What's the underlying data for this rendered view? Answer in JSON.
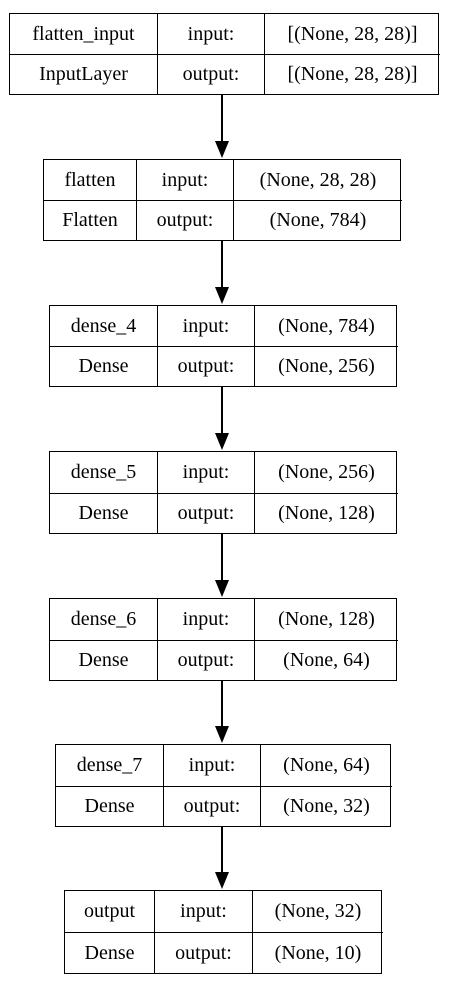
{
  "layers": [
    {
      "name": "flatten_input",
      "type": "InputLayer",
      "input_label": "input:",
      "output_label": "output:",
      "input_shape": "[(None, 28, 28)]",
      "output_shape": "[(None, 28, 28)]"
    },
    {
      "name": "flatten",
      "type": "Flatten",
      "input_label": "input:",
      "output_label": "output:",
      "input_shape": "(None, 28, 28)",
      "output_shape": "(None, 784)"
    },
    {
      "name": "dense_4",
      "type": "Dense",
      "input_label": "input:",
      "output_label": "output:",
      "input_shape": "(None, 784)",
      "output_shape": "(None, 256)"
    },
    {
      "name": "dense_5",
      "type": "Dense",
      "input_label": "input:",
      "output_label": "output:",
      "input_shape": "(None, 256)",
      "output_shape": "(None, 128)"
    },
    {
      "name": "dense_6",
      "type": "Dense",
      "input_label": "input:",
      "output_label": "output:",
      "input_shape": "(None, 128)",
      "output_shape": "(None, 64)"
    },
    {
      "name": "dense_7",
      "type": "Dense",
      "input_label": "input:",
      "output_label": "output:",
      "input_shape": "(None, 64)",
      "output_shape": "(None, 32)"
    },
    {
      "name": "output",
      "type": "Dense",
      "input_label": "input:",
      "output_label": "output:",
      "input_shape": "(None, 32)",
      "output_shape": "(None, 10)"
    }
  ],
  "edges": [
    [
      0,
      1
    ],
    [
      1,
      2
    ],
    [
      2,
      3
    ],
    [
      3,
      4
    ],
    [
      4,
      5
    ],
    [
      5,
      6
    ]
  ]
}
